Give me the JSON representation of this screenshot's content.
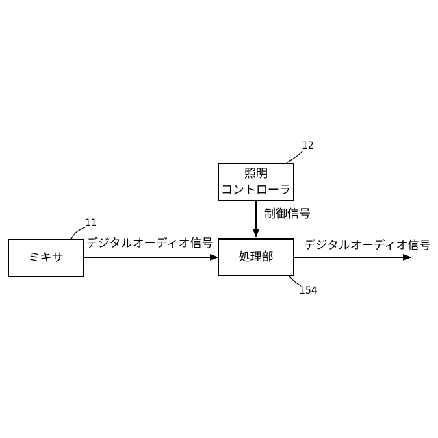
{
  "blocks": {
    "mixer": {
      "label": "ミキサ",
      "ref": "11"
    },
    "lighting_controller": {
      "label_line1": "照明",
      "label_line2": "コントローラ",
      "ref": "12"
    },
    "processing_unit": {
      "label": "処理部",
      "ref": "154"
    }
  },
  "signals": {
    "mixer_to_processor": "デジタルオーディオ信号",
    "controller_to_processor": "制御信号",
    "processor_output": "デジタルオーディオ信号"
  },
  "colors": {
    "line": "#000000",
    "background": "#ffffff"
  }
}
